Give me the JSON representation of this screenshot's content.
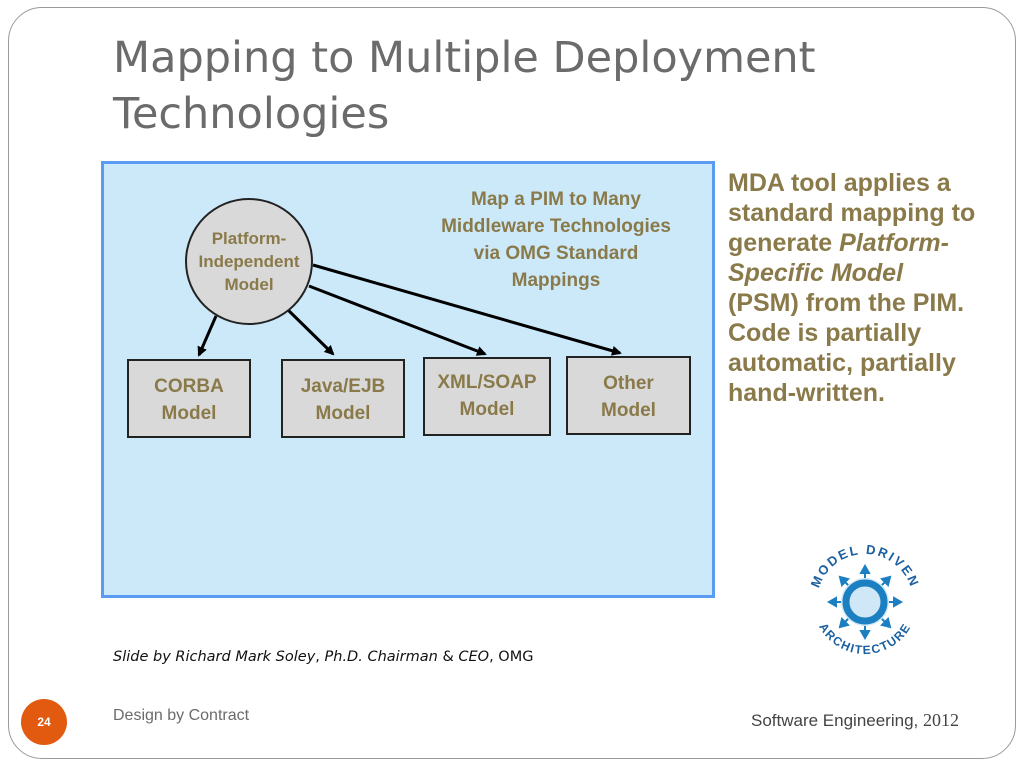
{
  "slide": {
    "title": "Mapping to Multiple Deployment Technologies",
    "page_number": "24",
    "footer_left": "Design by Contract",
    "footer_right_prefix": "Software Engineering,",
    "footer_right_year": "2012"
  },
  "diagram": {
    "caption": "Map a PIM to Many Middleware Technologies via OMG Standard Mappings",
    "pim_label": "Platform-\nIndependent\nModel",
    "targets": [
      {
        "label": "CORBA\nModel"
      },
      {
        "label": "Java/EJB\nModel"
      },
      {
        "label": "XML/SOAP\nModel"
      },
      {
        "label": "Other\nModel"
      }
    ]
  },
  "side_text": {
    "part1": "MDA tool applies a standard mapping to generate",
    "italic": "Platform-Specific Model",
    "part2": "(PSM) from the PIM. Code is partially automatic, partially hand-written."
  },
  "credit": {
    "prefix": "Slide by Richard Mark Soley",
    "comma": ",",
    "phd": "Ph.D.",
    "chairman": "Chairman",
    "amp": "&",
    "ceo": "CEO",
    "org": "OMG"
  },
  "logo": {
    "top_text": "MODEL DRIVEN",
    "bottom_text": "ARCHITECTURE",
    "icon": "mda-logo-icon",
    "colors": {
      "ring": "#1b7fc1",
      "inner": "#cfe7f7",
      "text": "#1b5fa0"
    }
  },
  "colors": {
    "panel_bg": "#cce9fa",
    "panel_border": "#5b9bf3",
    "accent_text": "#8a7a4a",
    "badge": "#e25a10"
  }
}
